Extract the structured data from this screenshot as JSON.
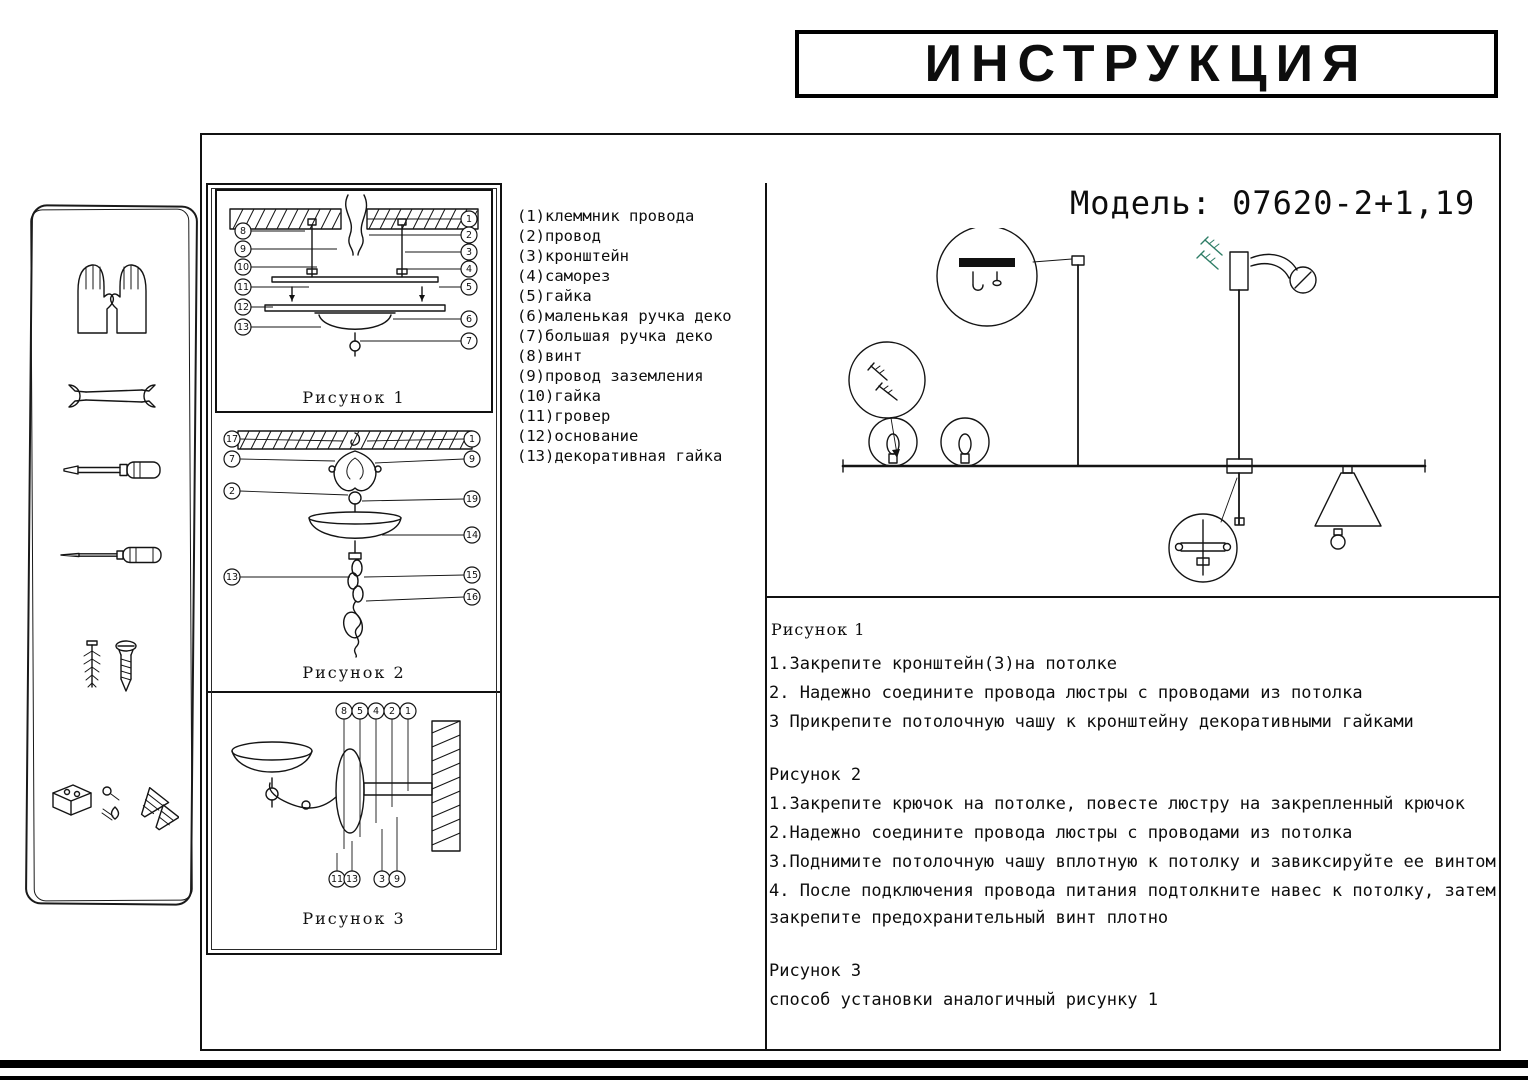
{
  "title": "ИНСТРУКЦИЯ",
  "model": "Модель: 07620-2+1,19",
  "parts": [
    "(1)клеммник провода",
    "(2)провод",
    "(3)кронштейн",
    "(4)саморез",
    "(5)гайка",
    "(6)маленькая ручка деко",
    "(7)большая ручка деко",
    "(8)винт",
    "(9)провод заземления",
    "(10)гайка",
    "(11)гровер",
    "(12)основание",
    "(13)декоративная гайка"
  ],
  "figures": {
    "fig1": {
      "label": "Рисунок 1",
      "left_callouts": [
        "8",
        "9",
        "10",
        "11",
        "12",
        "13"
      ],
      "right_callouts": [
        "1",
        "2",
        "3",
        "4",
        "5",
        "6",
        "7"
      ]
    },
    "fig2": {
      "label": "Рисунок 2",
      "left_callouts": [
        "17",
        "7",
        "2",
        "13"
      ],
      "right_callouts": [
        "1",
        "9",
        "19",
        "14",
        "15",
        "16"
      ]
    },
    "fig3": {
      "label": "Рисунок 3",
      "top_callouts": [
        "8",
        "5",
        "4",
        "2",
        "1"
      ],
      "bottom_callouts": [
        "11",
        "13",
        "3",
        "9"
      ]
    }
  },
  "instructions": {
    "fig1_heading": "Рисунок 1",
    "fig1_steps": [
      "1.Закрепите кронштейн(3)на потолке",
      "2. Надежно соедините провода люстры с проводами из потолка",
      "3 Прикрепите потолочную чашу к кронштейну декоративными гайками"
    ],
    "fig2_heading": "Рисунок 2",
    "fig2_steps": [
      "1.Закрепите крючок на потолке, повесте люстру на закрепленный крючок",
      "2.Надежно соедините провода люстры с проводами из потолка",
      "3.Поднимите потолочную чашу вплотную к потолку и завиксируйте ее винтом",
      "4. После подключения провода питания подтолкните навес к потолку, затем закрепите предохранительный винт плотно"
    ],
    "fig3_heading": "Рисунок 3",
    "fig3_steps": [
      "способ установки аналогичный рисунку 1"
    ]
  },
  "tools_panel": {
    "icons": [
      "gloves",
      "open-end-wrench",
      "flat-screwdriver",
      "cross-screwdriver",
      "screw-and-anchor",
      "mounting-hardware"
    ]
  },
  "colors": {
    "ink": "#141414",
    "paper": "#ffffff",
    "accent_screw": "#2e7d66"
  }
}
